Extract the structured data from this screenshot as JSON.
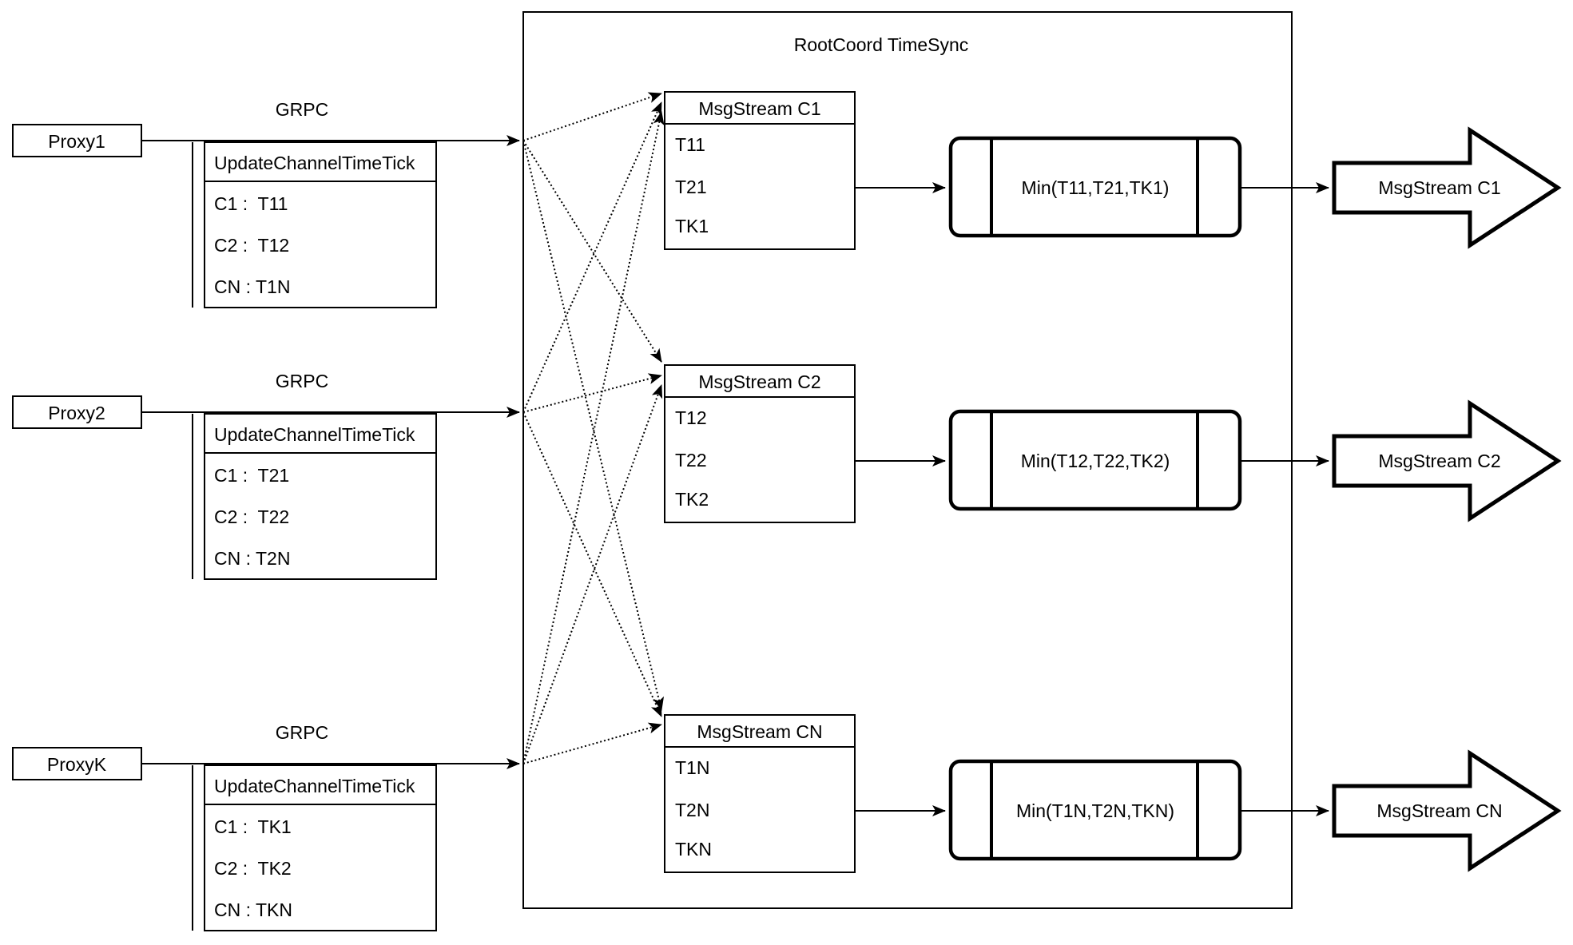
{
  "diagram": {
    "container_title": "RootCoord TimeSync",
    "colors": {
      "stroke": "#000000",
      "background": "#ffffff"
    },
    "proxies": [
      {
        "name": "Proxy1",
        "protocol": "GRPC",
        "table_title": "UpdateChannelTimeTick",
        "rows": [
          "C1 :  T11",
          "C2 :  T12",
          "CN : T1N"
        ]
      },
      {
        "name": "Proxy2",
        "protocol": "GRPC",
        "table_title": "UpdateChannelTimeTick",
        "rows": [
          "C1 :  T21",
          "C2 :  T22",
          "CN : T2N"
        ]
      },
      {
        "name": "ProxyK",
        "protocol": "GRPC",
        "table_title": "UpdateChannelTimeTick",
        "rows": [
          "C1 :  TK1",
          "C2 :  TK2",
          "CN : TKN"
        ]
      }
    ],
    "streams": [
      {
        "title": "MsgStream C1",
        "rows": [
          "T11",
          "T21",
          "TK1"
        ],
        "min_label": "Min(T11,T21,TK1)",
        "output_label": "MsgStream C1"
      },
      {
        "title": "MsgStream C2",
        "rows": [
          "T12",
          "T22",
          "TK2"
        ],
        "min_label": "Min(T12,T22,TK2)",
        "output_label": "MsgStream C2"
      },
      {
        "title": "MsgStream CN",
        "rows": [
          "T1N",
          "T2N",
          "TKN"
        ],
        "min_label": "Min(T1N,T2N,TKN)",
        "output_label": "MsgStream CN"
      }
    ]
  }
}
